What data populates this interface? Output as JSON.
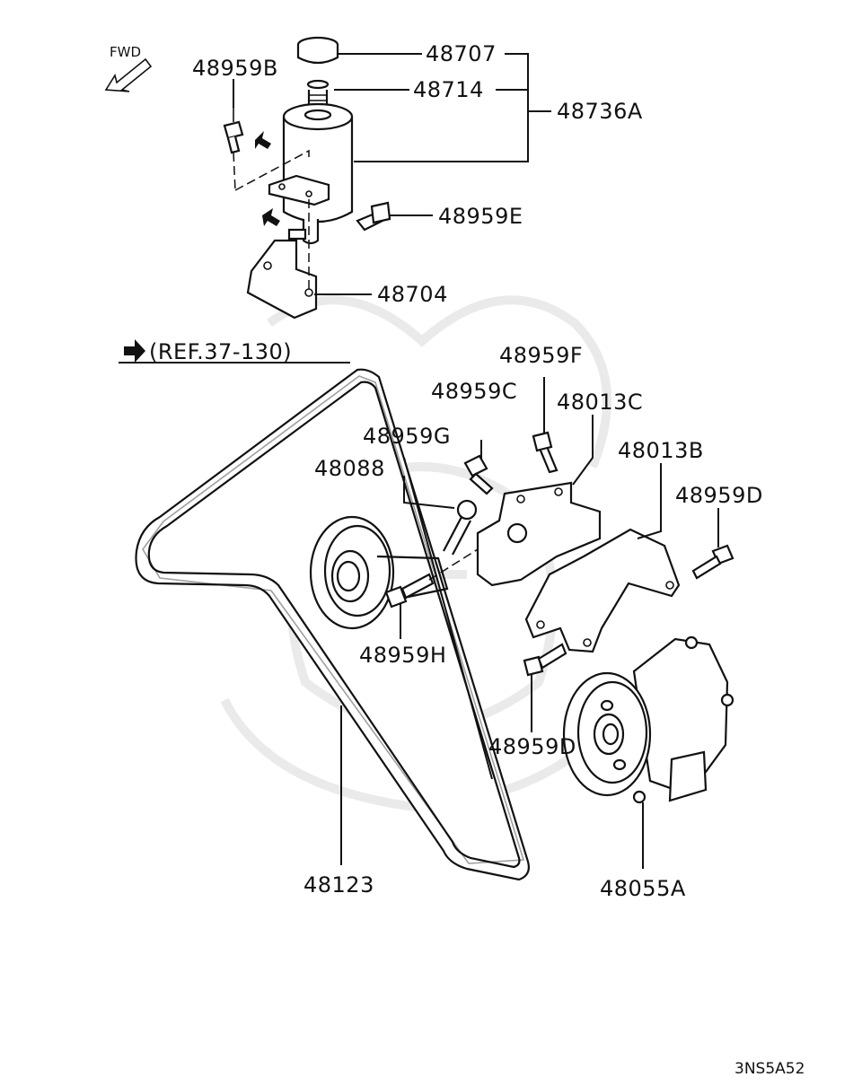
{
  "fwd_label": "FWD",
  "reference_label": "(REF.37-130)",
  "diagram_code": "3NS5A52",
  "labels": {
    "p48707": "48707",
    "p48714": "48714",
    "p48736A": "48736A",
    "p48959B": "48959B",
    "p48959E": "48959E",
    "p48704": "48704",
    "p48959F": "48959F",
    "p48959C": "48959C",
    "p48013C": "48013C",
    "p48959G": "48959G",
    "p48013B": "48013B",
    "p48088": "48088",
    "p48959D_right": "48959D",
    "p48959H": "48959H",
    "p48959D_lower": "48959D",
    "p48123": "48123",
    "p48055A": "48055A"
  }
}
